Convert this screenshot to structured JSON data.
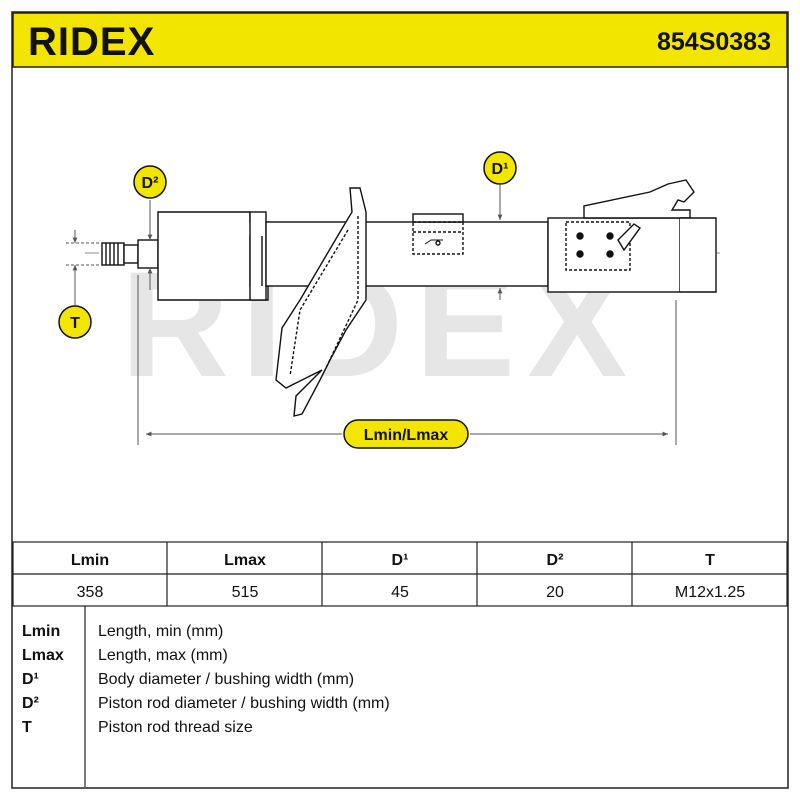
{
  "header": {
    "brand": "RIDEX",
    "part_number": "854S0383",
    "background_color": "#f2e500"
  },
  "drawing": {
    "watermark": "RIDEX",
    "labels": {
      "d1": "D¹",
      "d2": "D²",
      "t": "T",
      "length": "Lmin/Lmax"
    },
    "label_color": "#f2e500"
  },
  "table": {
    "headers": [
      "Lmin",
      "Lmax",
      "D¹",
      "D²",
      "T"
    ],
    "values": [
      "358",
      "515",
      "45",
      "20",
      "M12x1.25"
    ]
  },
  "legend": [
    {
      "key": "Lmin",
      "text": "Length, min (mm)"
    },
    {
      "key": "Lmax",
      "text": "Length, max (mm)"
    },
    {
      "key": "D¹",
      "text": "Body diameter / bushing width (mm)"
    },
    {
      "key": "D²",
      "text": "Piston rod diameter / bushing width (mm)"
    },
    {
      "key": "T",
      "text": "Piston rod thread size"
    }
  ]
}
